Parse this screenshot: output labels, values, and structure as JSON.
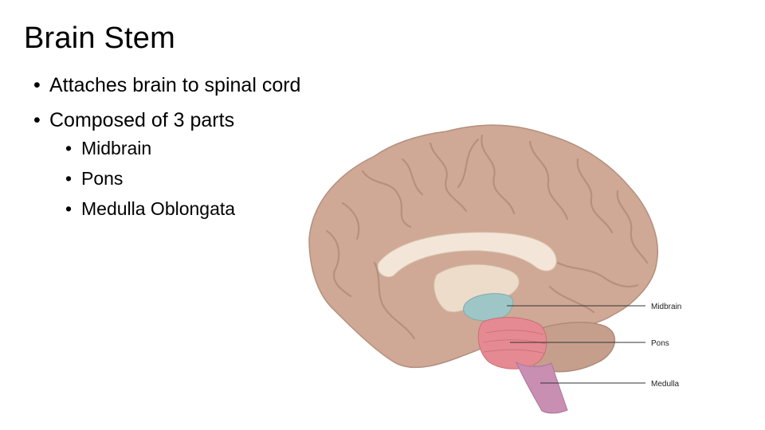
{
  "slide": {
    "title": "Brain Stem",
    "bullets": [
      "Attaches brain to spinal cord",
      "Composed of 3 parts"
    ],
    "sub_bullets": [
      "Midbrain",
      "Pons",
      "Medulla Oblongata"
    ],
    "bullet_glyph": "•"
  },
  "figure": {
    "labels": {
      "midbrain": "Midbrain",
      "pons": "Pons",
      "medulla": "Medulla"
    },
    "colors": {
      "cortex": "#cfa996",
      "midbrain": "#9ec6c6",
      "pons": "#e58a92",
      "medulla": "#c98fb3"
    }
  }
}
